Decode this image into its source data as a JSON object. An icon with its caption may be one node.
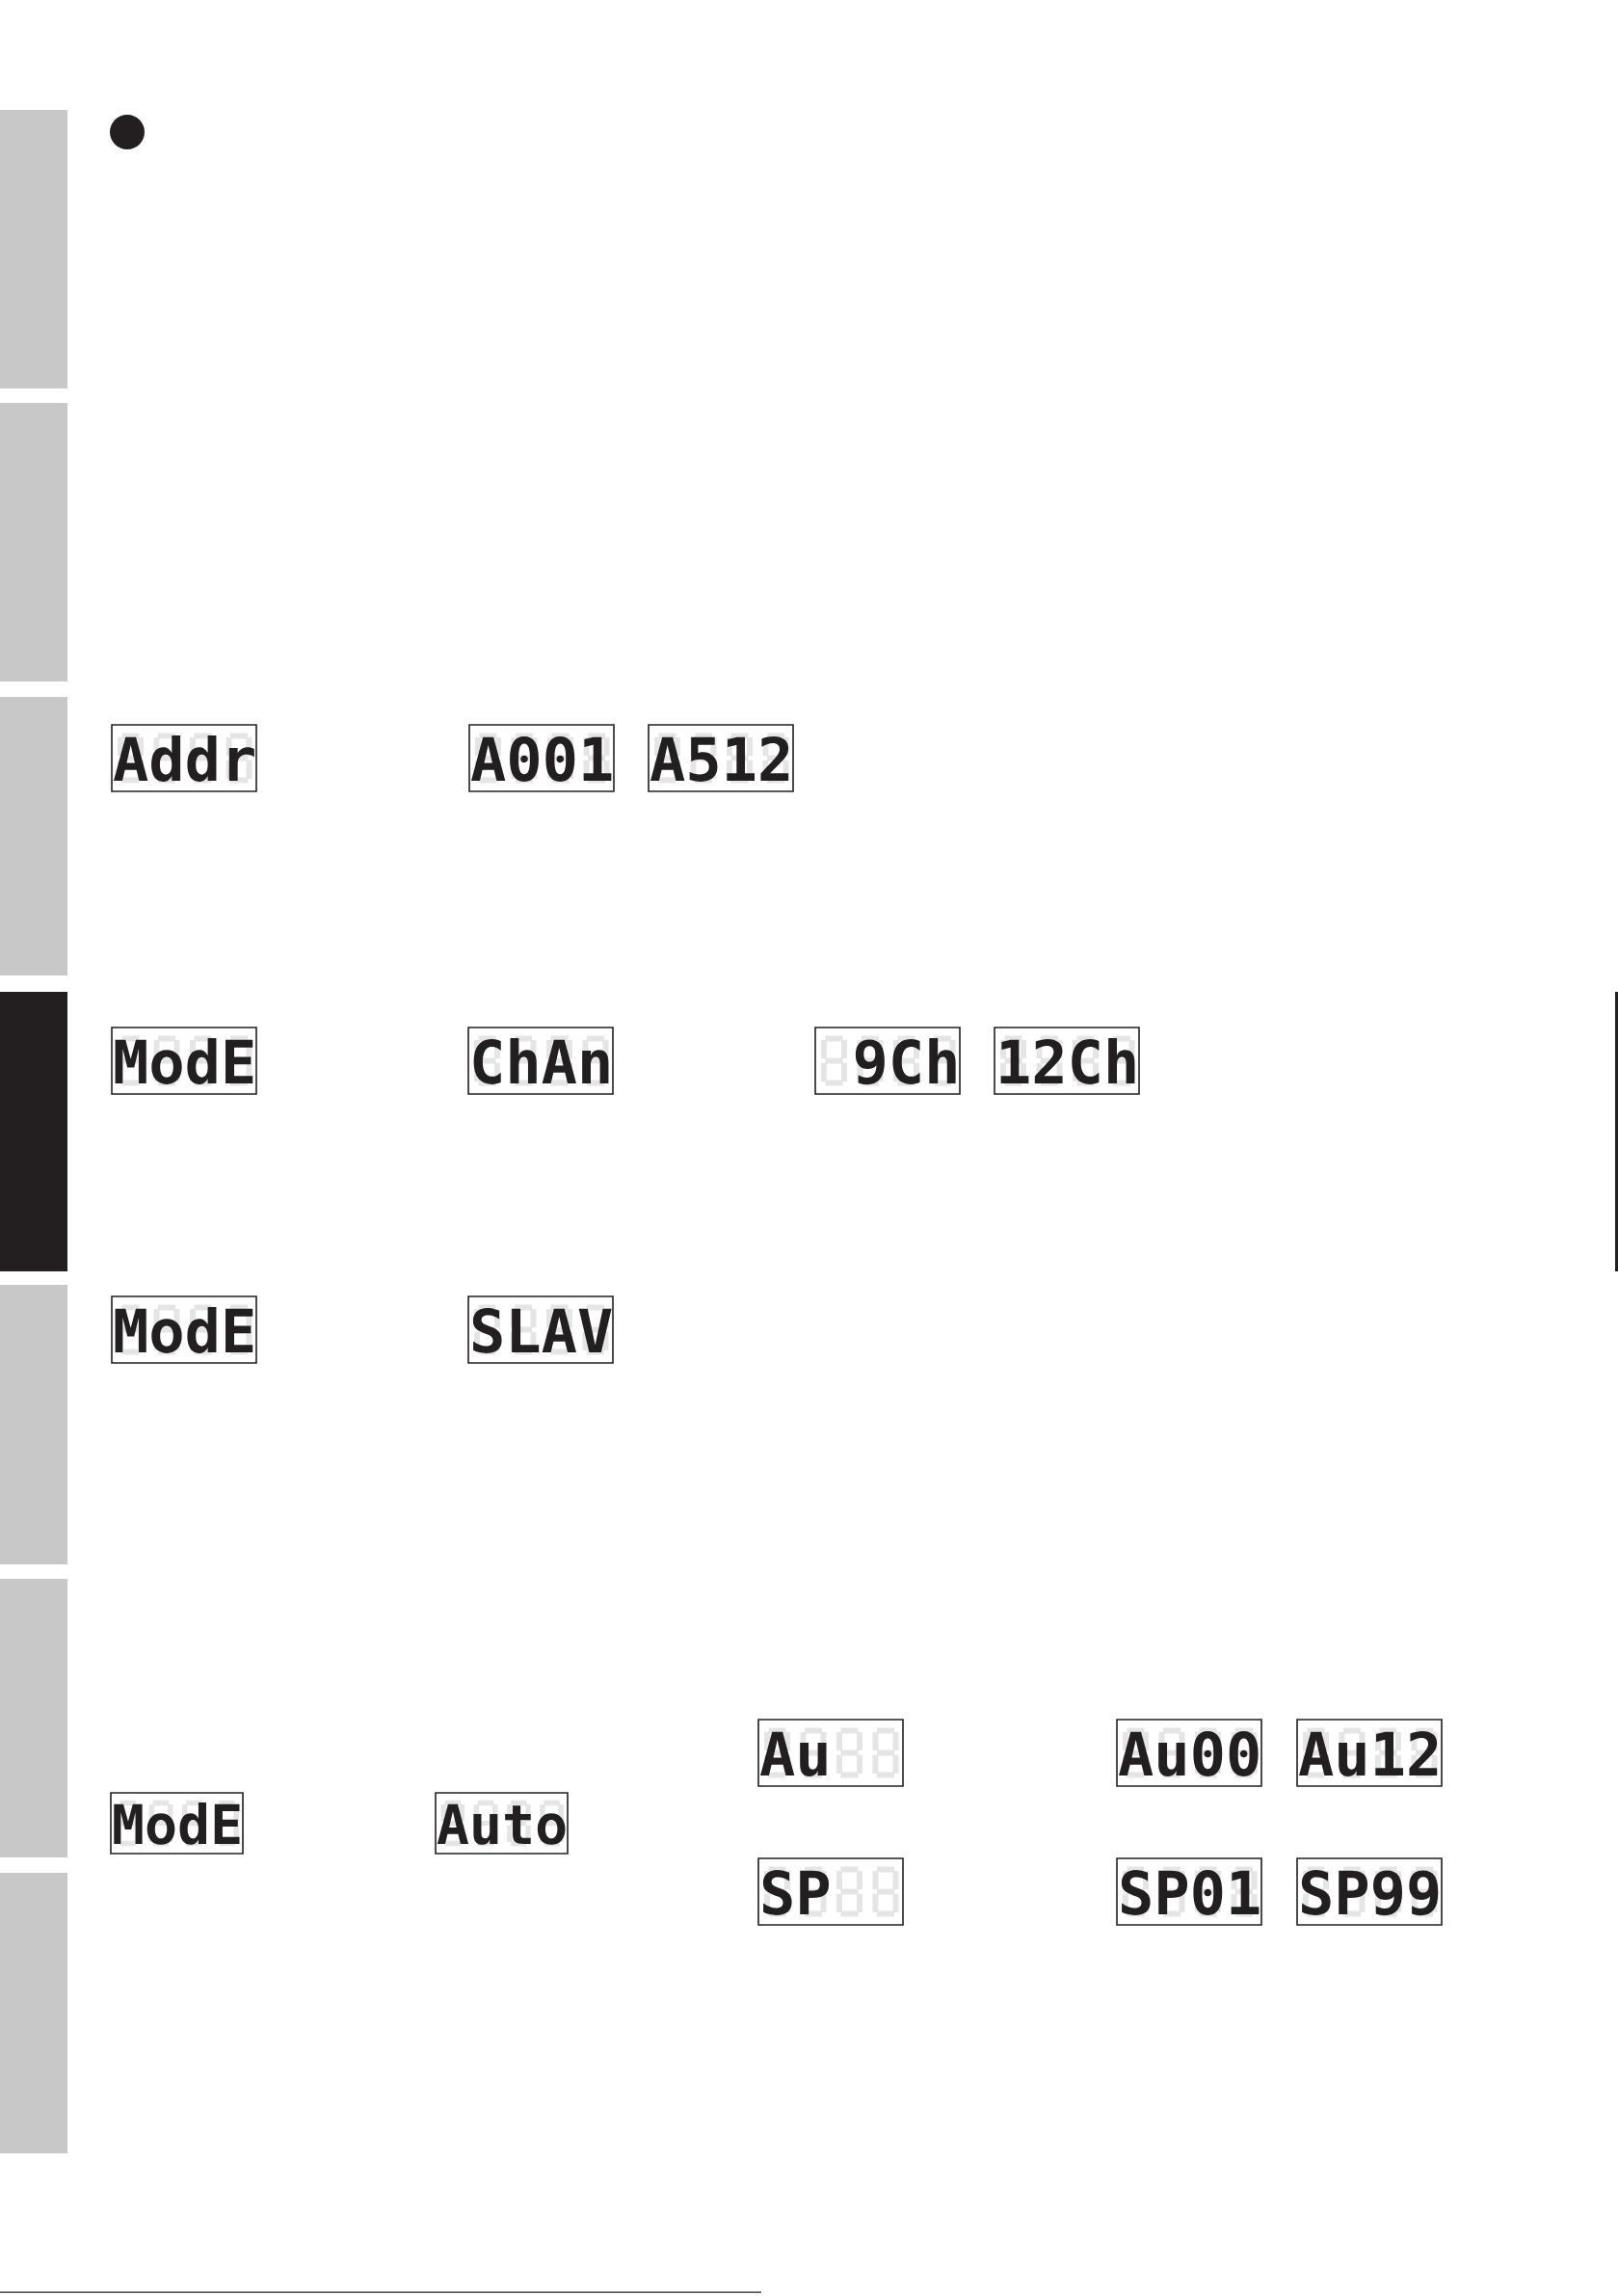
{
  "diagram": {
    "nodes": [
      {
        "text": [],
        "shape": "box"
      },
      {
        "text": [],
        "shape": "box"
      },
      {
        "text": [],
        "shape": "box"
      },
      {
        "text": [],
        "shape": "box"
      },
      {
        "text": [],
        "shape": "box"
      },
      {
        "text": [],
        "shape": "box"
      },
      {
        "text": [],
        "shape": "box"
      },
      {
        "text": [
          "Addr"
        ]
      },
      {
        "text": [
          "A001"
        ]
      },
      {
        "text": [
          "A512"
        ]
      },
      {
        "text": [
          "ModE"
        ]
      },
      {
        "text": [
          "ChAn"
        ]
      },
      {
        "text": [
          "9Ch"
        ]
      },
      {
        "text": [
          "12Ch"
        ]
      },
      {
        "text": [
          "ModE"
        ]
      },
      {
        "text": [
          "SLAV"
        ]
      },
      {
        "text": [
          "ModE"
        ]
      },
      {
        "text": [
          "Auto"
        ]
      },
      {
        "text": [
          "Au"
        ]
      },
      {
        "text": [
          "Au00"
        ]
      },
      {
        "text": [
          "Au12"
        ]
      },
      {
        "text": [
          "SP"
        ]
      },
      {
        "text": [
          "SP01"
        ]
      },
      {
        "text": [
          "SP99"
        ]
      }
    ]
  }
}
